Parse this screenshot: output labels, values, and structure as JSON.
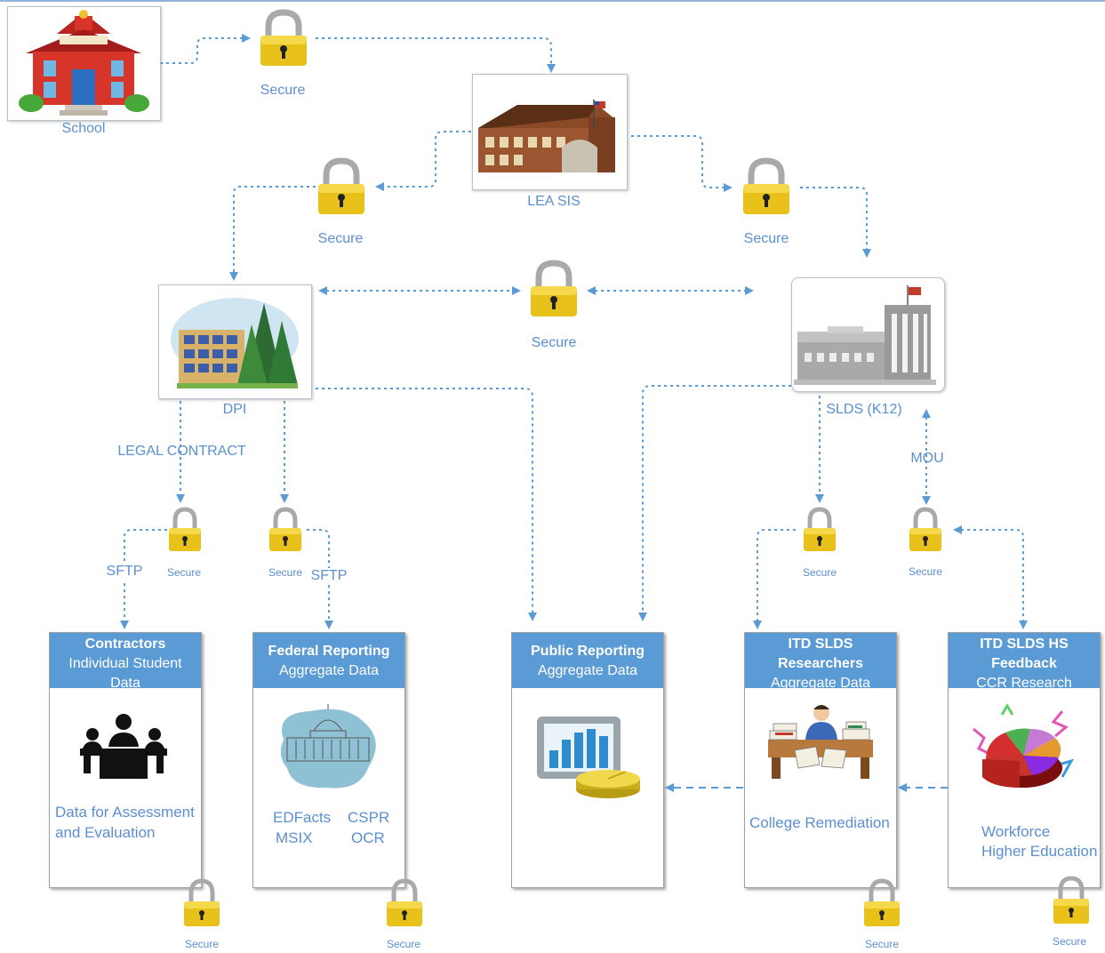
{
  "labels": {
    "school": "School",
    "lea": "LEA SIS",
    "dpi": "DPI",
    "slds": "SLDS (K12)",
    "legal": "LEGAL CONTRACT",
    "mou": "MOU",
    "sftp": "SFTP",
    "secure": "Secure"
  },
  "boxes": {
    "contractors": {
      "title": "Contractors",
      "sub1": "Individual Student",
      "sub2": "Data",
      "body1": "Data for Assessment",
      "body2": "and Evaluation"
    },
    "federal": {
      "title": "Federal Reporting",
      "sub1": "Aggregate Data",
      "b1": "EDFacts",
      "b2": "MSIX",
      "b3": "CSPR",
      "b4": "OCR"
    },
    "public": {
      "title": "Public Reporting",
      "sub1": "Aggregate Data"
    },
    "itd": {
      "title1": "ITD SLDS",
      "title2": "Researchers",
      "sub1": "Aggregate Data",
      "body1": "College Remediation"
    },
    "hs": {
      "title1": "ITD SLDS HS",
      "title2": "Feedback",
      "sub1": "CCR Research",
      "body1": "Workforce",
      "body2": "Higher Education"
    }
  },
  "colors": {
    "accent": "#5b9bd5",
    "text": "#5b8fd0",
    "lock_body": "#e8c21a",
    "lock_shackle": "#a9a9a9"
  },
  "icons": [
    "lock-icon",
    "schoolhouse-icon",
    "district-building-icon",
    "office-building-icon",
    "state-building-icon",
    "meeting-icon",
    "capitol-icon",
    "monitor-chart-icon",
    "researcher-icon",
    "pie-chart-icon"
  ]
}
